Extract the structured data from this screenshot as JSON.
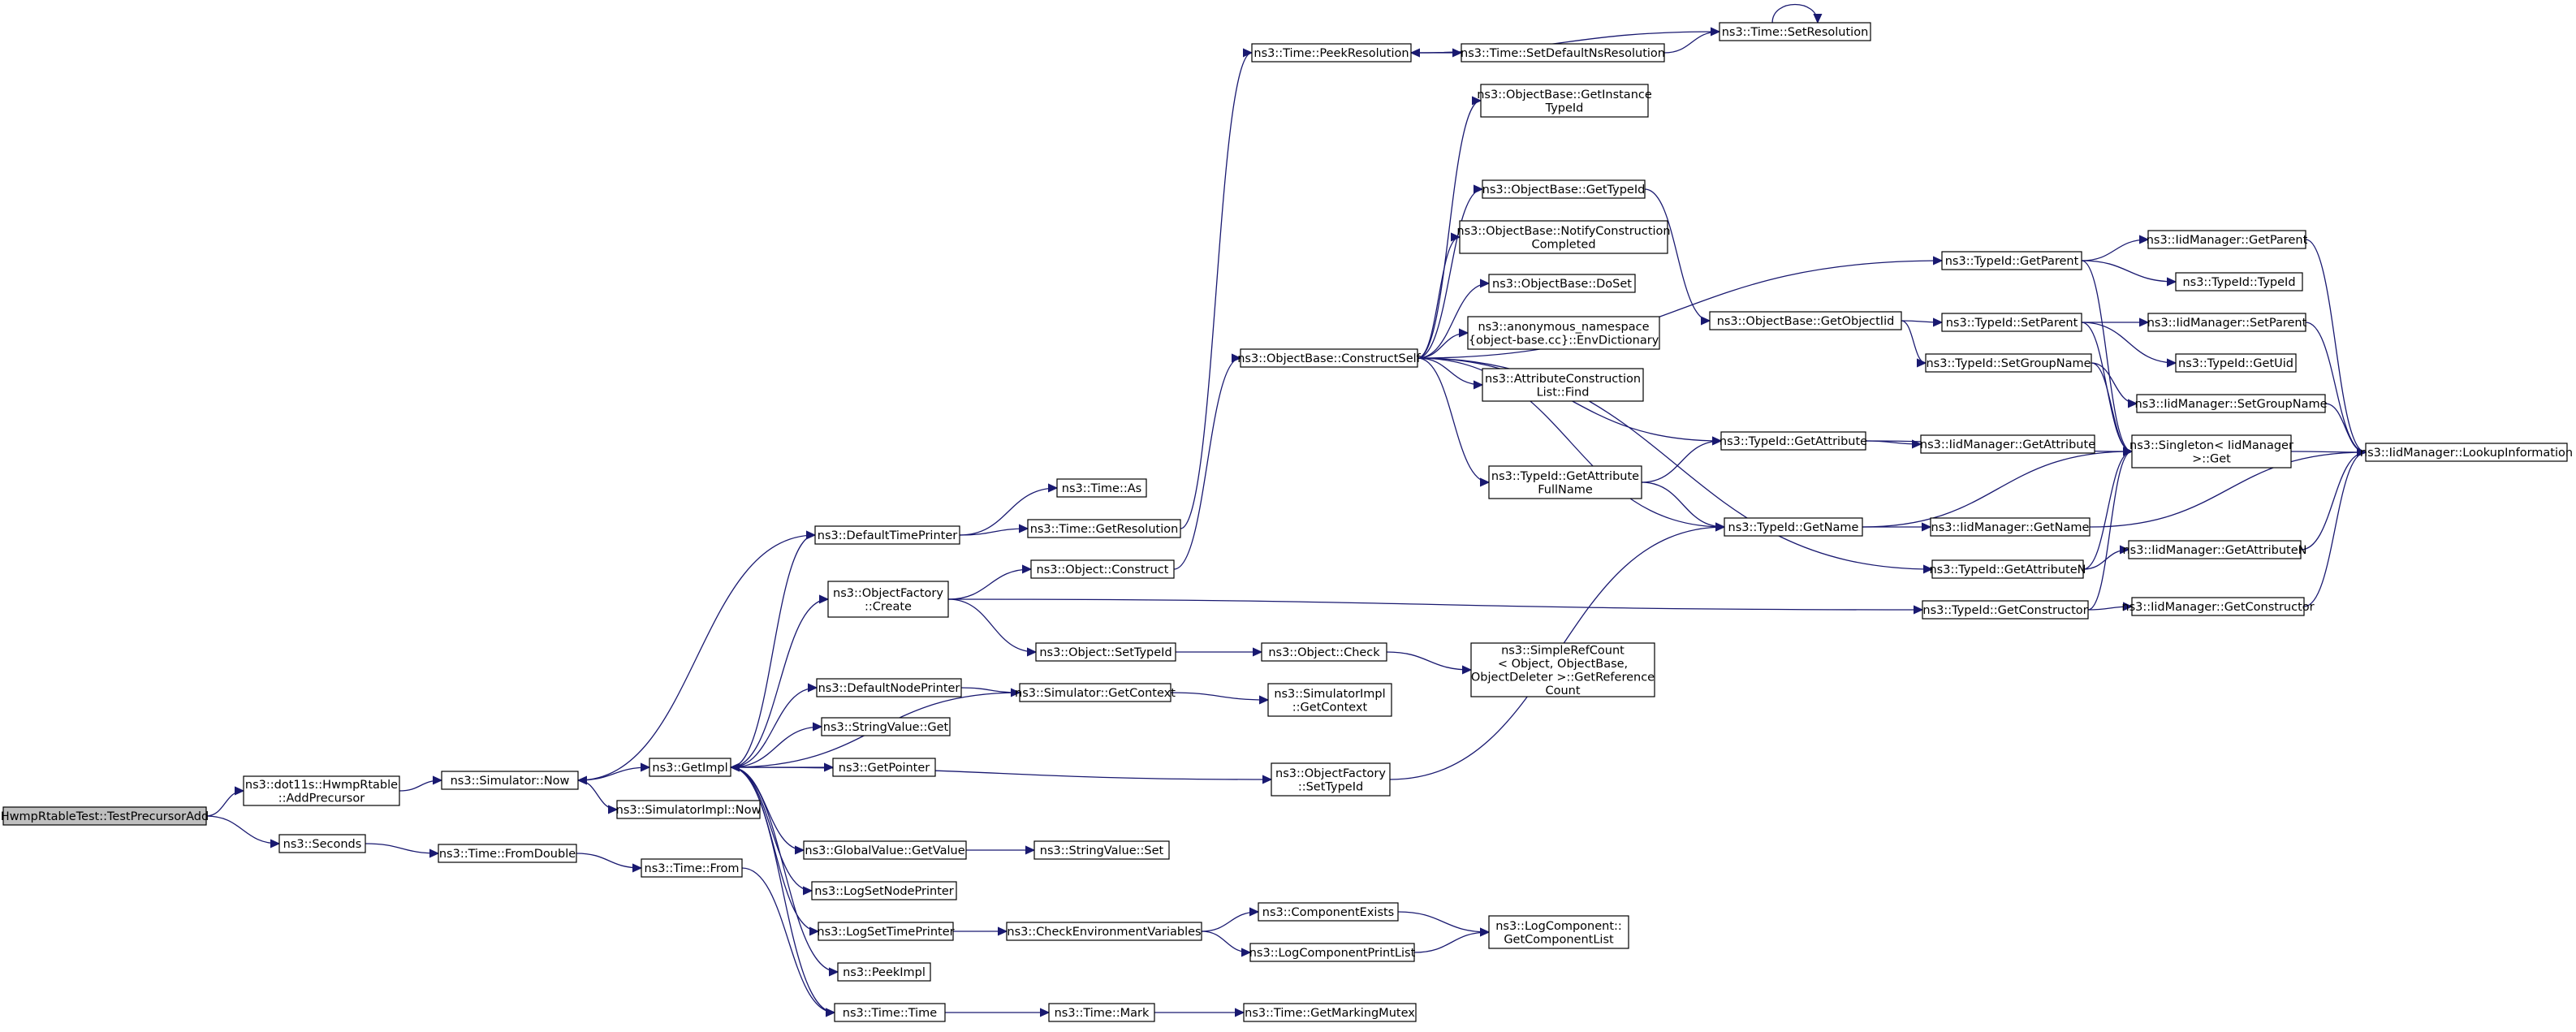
{
  "diagram": {
    "root": "n0",
    "nodes": [
      {
        "id": "n0",
        "lines": [
          "HwmpRtableTest::TestPrecursorAdd"
        ]
      },
      {
        "id": "n1",
        "lines": [
          "ns3::dot11s::HwmpRtable",
          "::AddPrecursor"
        ]
      },
      {
        "id": "n2",
        "lines": [
          "ns3::Seconds"
        ]
      },
      {
        "id": "n3",
        "lines": [
          "ns3::Simulator::Now"
        ]
      },
      {
        "id": "n4",
        "lines": [
          "ns3::GetImpl"
        ]
      },
      {
        "id": "n5",
        "lines": [
          "ns3::SimulatorImpl::Now"
        ]
      },
      {
        "id": "n6",
        "lines": [
          "ns3::DefaultTimePrinter"
        ]
      },
      {
        "id": "n7",
        "lines": [
          "ns3::Time::As"
        ]
      },
      {
        "id": "n8",
        "lines": [
          "ns3::Time::GetResolution"
        ]
      },
      {
        "id": "n9",
        "lines": [
          "ns3::Time::PeekResolution"
        ]
      },
      {
        "id": "n10",
        "lines": [
          "ns3::Time::SetDefaultNsResolution"
        ]
      },
      {
        "id": "n11",
        "lines": [
          "ns3::Time::SetResolution"
        ]
      },
      {
        "id": "n12",
        "lines": [
          "ns3::ObjectFactory",
          "::Create"
        ]
      },
      {
        "id": "n13",
        "lines": [
          "ns3::Object::Construct"
        ]
      },
      {
        "id": "n14",
        "lines": [
          "ns3::ObjectBase::ConstructSelf"
        ]
      },
      {
        "id": "n15",
        "lines": [
          "ns3::ObjectBase::GetInstance",
          "TypeId"
        ]
      },
      {
        "id": "n16",
        "lines": [
          "ns3::ObjectBase::GetTypeId"
        ]
      },
      {
        "id": "n17",
        "lines": [
          "ns3::ObjectBase::NotifyConstruction",
          "Completed"
        ]
      },
      {
        "id": "n18",
        "lines": [
          "ns3::ObjectBase::DoSet"
        ]
      },
      {
        "id": "n19",
        "lines": [
          "ns3::anonymous_namespace",
          "{object-base.cc}::EnvDictionary"
        ]
      },
      {
        "id": "n20",
        "lines": [
          "ns3::AttributeConstruction",
          "List::Find"
        ]
      },
      {
        "id": "n21",
        "lines": [
          "ns3::TypeId::GetAttribute",
          "FullName"
        ]
      },
      {
        "id": "n22",
        "lines": [
          "ns3::ObjectBase::GetObjectIid"
        ]
      },
      {
        "id": "n23",
        "lines": [
          "ns3::TypeId::GetParent"
        ]
      },
      {
        "id": "n24",
        "lines": [
          "ns3::IidManager::GetParent"
        ]
      },
      {
        "id": "n25",
        "lines": [
          "ns3::TypeId::TypeId"
        ]
      },
      {
        "id": "n26",
        "lines": [
          "ns3::TypeId::SetParent"
        ]
      },
      {
        "id": "n27",
        "lines": [
          "ns3::IidManager::SetParent"
        ]
      },
      {
        "id": "n28",
        "lines": [
          "ns3::TypeId::GetUid"
        ]
      },
      {
        "id": "n29",
        "lines": [
          "ns3::TypeId::SetGroupName"
        ]
      },
      {
        "id": "n30",
        "lines": [
          "ns3::IidManager::SetGroupName"
        ]
      },
      {
        "id": "n31",
        "lines": [
          "ns3::Singleton< IidManager",
          ">::Get"
        ]
      },
      {
        "id": "n32",
        "lines": [
          "ns3::IidManager::LookupInformation"
        ]
      },
      {
        "id": "n33",
        "lines": [
          "ns3::TypeId::GetAttribute"
        ]
      },
      {
        "id": "n34",
        "lines": [
          "ns3::IidManager::GetAttribute"
        ]
      },
      {
        "id": "n35",
        "lines": [
          "ns3::TypeId::GetName"
        ]
      },
      {
        "id": "n36",
        "lines": [
          "ns3::IidManager::GetName"
        ]
      },
      {
        "id": "n37",
        "lines": [
          "ns3::TypeId::GetAttributeN"
        ]
      },
      {
        "id": "n38",
        "lines": [
          "ns3::IidManager::GetAttributeN"
        ]
      },
      {
        "id": "n39",
        "lines": [
          "ns3::TypeId::GetConstructor"
        ]
      },
      {
        "id": "n40",
        "lines": [
          "ns3::IidManager::GetConstructor"
        ]
      },
      {
        "id": "n41",
        "lines": [
          "ns3::Object::SetTypeId"
        ]
      },
      {
        "id": "n42",
        "lines": [
          "ns3::Object::Check"
        ]
      },
      {
        "id": "n43",
        "lines": [
          "ns3::SimpleRefCount",
          "< Object, ObjectBase,",
          "ObjectDeleter >::GetReference",
          "Count"
        ]
      },
      {
        "id": "n44",
        "lines": [
          "ns3::DefaultNodePrinter"
        ]
      },
      {
        "id": "n45",
        "lines": [
          "ns3::Simulator::GetContext"
        ]
      },
      {
        "id": "n46",
        "lines": [
          "ns3::SimulatorImpl",
          "::GetContext"
        ]
      },
      {
        "id": "n47",
        "lines": [
          "ns3::StringValue::Get"
        ]
      },
      {
        "id": "n48",
        "lines": [
          "ns3::GetPointer"
        ]
      },
      {
        "id": "n49",
        "lines": [
          "ns3::ObjectFactory",
          "::SetTypeId"
        ]
      },
      {
        "id": "n50",
        "lines": [
          "ns3::GlobalValue::GetValue"
        ]
      },
      {
        "id": "n51",
        "lines": [
          "ns3::StringValue::Set"
        ]
      },
      {
        "id": "n52",
        "lines": [
          "ns3::LogSetNodePrinter"
        ]
      },
      {
        "id": "n53",
        "lines": [
          "ns3::LogSetTimePrinter"
        ]
      },
      {
        "id": "n54",
        "lines": [
          "ns3::CheckEnvironmentVariables"
        ]
      },
      {
        "id": "n55",
        "lines": [
          "ns3::ComponentExists"
        ]
      },
      {
        "id": "n56",
        "lines": [
          "ns3::LogComponentPrintList"
        ]
      },
      {
        "id": "n57",
        "lines": [
          "ns3::LogComponent::",
          "GetComponentList"
        ]
      },
      {
        "id": "n58",
        "lines": [
          "ns3::PeekImpl"
        ]
      },
      {
        "id": "n59",
        "lines": [
          "ns3::Time::FromDouble"
        ]
      },
      {
        "id": "n60",
        "lines": [
          "ns3::Time::From"
        ]
      },
      {
        "id": "n61",
        "lines": [
          "ns3::Time::Time"
        ]
      },
      {
        "id": "n62",
        "lines": [
          "ns3::Time::Mark"
        ]
      },
      {
        "id": "n63",
        "lines": [
          "ns3::Time::GetMarkingMutex"
        ]
      }
    ],
    "edges": [
      [
        "n0",
        "n1"
      ],
      [
        "n0",
        "n2"
      ],
      [
        "n1",
        "n3"
      ],
      [
        "n2",
        "n59"
      ],
      [
        "n3",
        "n4"
      ],
      [
        "n3",
        "n5"
      ],
      [
        "n4",
        "n6"
      ],
      [
        "n4",
        "n12"
      ],
      [
        "n4",
        "n44"
      ],
      [
        "n4",
        "n47"
      ],
      [
        "n4",
        "n48"
      ],
      [
        "n4",
        "n49"
      ],
      [
        "n4",
        "n50"
      ],
      [
        "n4",
        "n52"
      ],
      [
        "n4",
        "n53"
      ],
      [
        "n4",
        "n58"
      ],
      [
        "n4",
        "n61"
      ],
      [
        "n6",
        "n3"
      ],
      [
        "n6",
        "n7"
      ],
      [
        "n6",
        "n8"
      ],
      [
        "n8",
        "n9"
      ],
      [
        "n9",
        "n10"
      ],
      [
        "n10",
        "n11"
      ],
      [
        "n11",
        "n9"
      ],
      [
        "n11",
        "n11"
      ],
      [
        "n12",
        "n13"
      ],
      [
        "n12",
        "n41"
      ],
      [
        "n12",
        "n39"
      ],
      [
        "n13",
        "n14"
      ],
      [
        "n14",
        "n15"
      ],
      [
        "n14",
        "n16"
      ],
      [
        "n14",
        "n17"
      ],
      [
        "n14",
        "n18"
      ],
      [
        "n14",
        "n19"
      ],
      [
        "n14",
        "n20"
      ],
      [
        "n14",
        "n21"
      ],
      [
        "n14",
        "n23"
      ],
      [
        "n14",
        "n33"
      ],
      [
        "n14",
        "n35"
      ],
      [
        "n14",
        "n37"
      ],
      [
        "n16",
        "n22"
      ],
      [
        "n21",
        "n33"
      ],
      [
        "n21",
        "n35"
      ],
      [
        "n22",
        "n26"
      ],
      [
        "n22",
        "n29"
      ],
      [
        "n23",
        "n24"
      ],
      [
        "n23",
        "n25"
      ],
      [
        "n23",
        "n31"
      ],
      [
        "n24",
        "n32"
      ],
      [
        "n26",
        "n27"
      ],
      [
        "n26",
        "n28"
      ],
      [
        "n26",
        "n31"
      ],
      [
        "n27",
        "n32"
      ],
      [
        "n29",
        "n30"
      ],
      [
        "n29",
        "n31"
      ],
      [
        "n30",
        "n32"
      ],
      [
        "n31",
        "n32"
      ],
      [
        "n33",
        "n34"
      ],
      [
        "n33",
        "n31"
      ],
      [
        "n35",
        "n36"
      ],
      [
        "n35",
        "n31"
      ],
      [
        "n36",
        "n32"
      ],
      [
        "n37",
        "n38"
      ],
      [
        "n37",
        "n31"
      ],
      [
        "n38",
        "n32"
      ],
      [
        "n39",
        "n40"
      ],
      [
        "n39",
        "n31"
      ],
      [
        "n40",
        "n32"
      ],
      [
        "n41",
        "n42"
      ],
      [
        "n42",
        "n43"
      ],
      [
        "n44",
        "n45"
      ],
      [
        "n45",
        "n4"
      ],
      [
        "n45",
        "n46"
      ],
      [
        "n49",
        "n35"
      ],
      [
        "n50",
        "n51"
      ],
      [
        "n53",
        "n54"
      ],
      [
        "n54",
        "n55"
      ],
      [
        "n54",
        "n56"
      ],
      [
        "n55",
        "n57"
      ],
      [
        "n56",
        "n57"
      ],
      [
        "n59",
        "n60"
      ],
      [
        "n60",
        "n61"
      ],
      [
        "n61",
        "n62"
      ],
      [
        "n62",
        "n63"
      ]
    ],
    "colors": {
      "edge": "#191970",
      "border": "#000000",
      "root_fill": "#bfbfbf",
      "node_fill": "#ffffff",
      "text": "#000000"
    }
  }
}
